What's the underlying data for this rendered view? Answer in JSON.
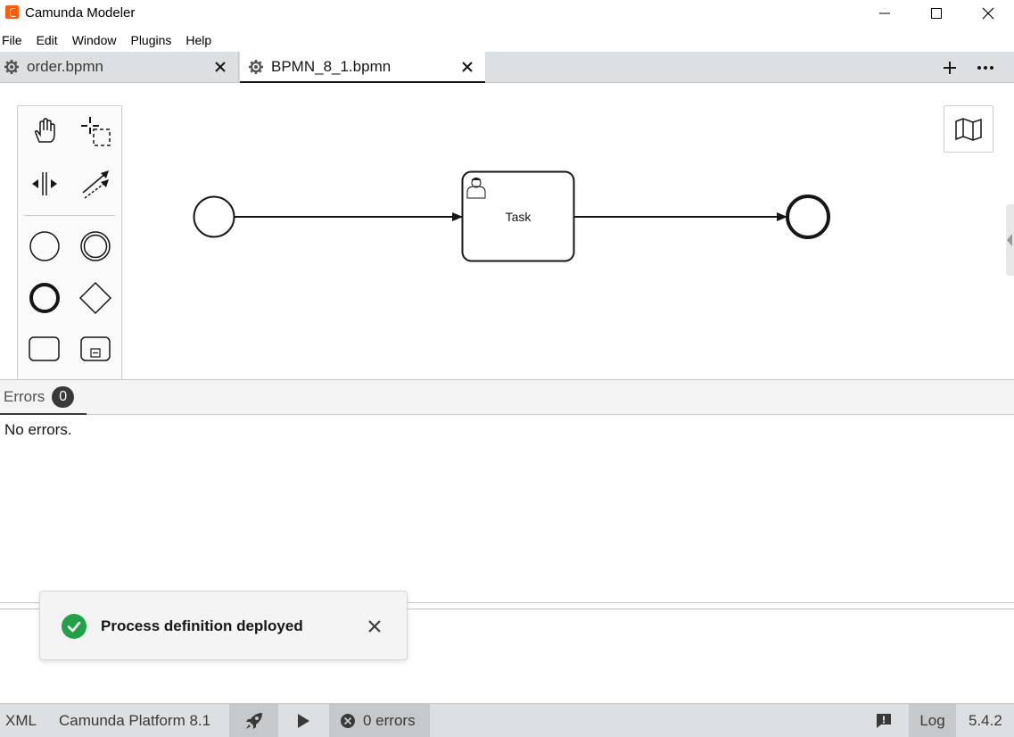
{
  "window": {
    "title": "Camunda Modeler"
  },
  "menu": [
    "File",
    "Edit",
    "Window",
    "Plugins",
    "Help"
  ],
  "tabs": [
    {
      "label": "order.bpmn",
      "active": false
    },
    {
      "label": "BPMN_8_1.bpmn",
      "active": true
    }
  ],
  "diagram": {
    "task_label": "Task"
  },
  "panel": {
    "tab_label": "Errors",
    "count": "0",
    "message": "No errors."
  },
  "notification": {
    "text": "Process definition deployed",
    "status_color": "#24a148"
  },
  "statusbar": {
    "xml": "XML",
    "platform": "Camunda Platform 8.1",
    "errors": "0 errors",
    "log": "Log",
    "version": "5.4.2"
  },
  "colors": {
    "brand": "#fc5d0d",
    "tabbar_bg": "#dde0e3",
    "active_button_bg": "#c6c9cc",
    "success": "#24a148"
  }
}
